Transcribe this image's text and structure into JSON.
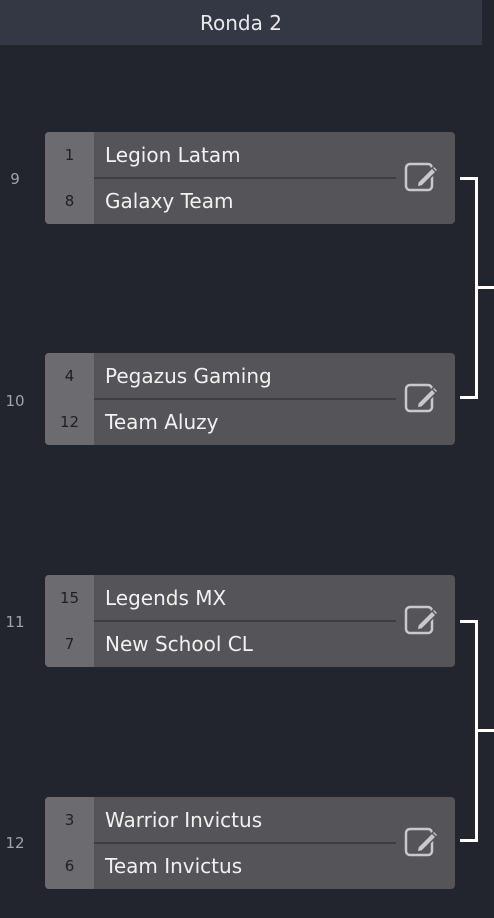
{
  "round": {
    "title": "Ronda 2"
  },
  "matches": [
    {
      "number": "9",
      "top": {
        "seed": "1",
        "name": "Legion Latam"
      },
      "bottom": {
        "seed": "8",
        "name": "Galaxy Team"
      }
    },
    {
      "number": "10",
      "top": {
        "seed": "4",
        "name": "Pegazus Gaming"
      },
      "bottom": {
        "seed": "12",
        "name": "Team Aluzy"
      }
    },
    {
      "number": "11",
      "top": {
        "seed": "15",
        "name": "Legends MX"
      },
      "bottom": {
        "seed": "7",
        "name": "New School CL"
      }
    },
    {
      "number": "12",
      "top": {
        "seed": "3",
        "name": "Warrior Invictus"
      },
      "bottom": {
        "seed": "6",
        "name": "Team Invictus"
      }
    }
  ],
  "icons": {
    "edit": "edit-pencil-icon"
  },
  "colors": {
    "background": "#22252d",
    "header": "#343844",
    "card": "#545459",
    "seed": "#6b6b70",
    "connector": "#ffffff"
  }
}
